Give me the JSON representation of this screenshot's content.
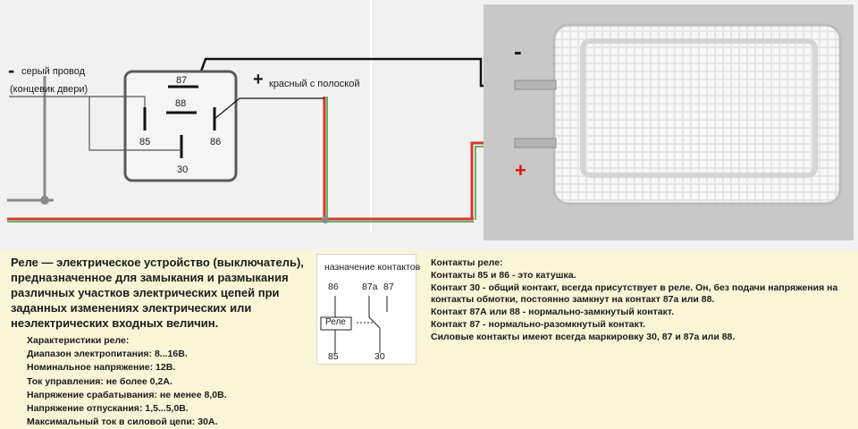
{
  "wiring": {
    "minus_sign": "-",
    "gray_wire_label": "серый провод",
    "door_switch_label": "(концевик двери)",
    "plus_sign": "+",
    "red_wire_label": "красный с полоской",
    "lamp_minus_sign": "-",
    "lamp_plus_sign": "+",
    "relay_pins": {
      "p87": "87",
      "p88": "88",
      "p85": "85",
      "p86": "86",
      "p30": "30"
    }
  },
  "definition": {
    "lines": [
      "Реле — электрическое устройство (выключатель),",
      "предназначенное для замыкания и размыкания",
      "различных участков электрических цепей при",
      "заданных изменениях электрических или",
      "неэлектрических входных величин."
    ]
  },
  "specs": {
    "title": "Характеристики реле:",
    "lines": [
      "Диапазон электропитания: 8...16В.",
      "Номинальное напряжение: 12В.",
      "Ток управления: не более 0,2А.",
      "Напряжение срабатывания: не менее 8,0В.",
      "Напряжение отпускания: 1,5...5,0В.",
      "Максимальный ток в силовой цепи: 30А."
    ]
  },
  "pin_diagram": {
    "title": "назначение контактов",
    "relay_label": "Реле",
    "pins": {
      "p86": "86",
      "p87a": "87а",
      "p87": "87",
      "p85": "85",
      "p30": "30"
    }
  },
  "contacts": {
    "title": "Контакты реле:",
    "lines": [
      "Контакты 85 и 86 - это катушка.",
      "Контакт 30 - общий контакт, всегда присутствует в реле. Он, без подачи напряжения на",
      "контакты обмотки, постоянно замкнут на контакт 87а или 88.",
      "Контакт 87А или 88 - нормально-замкнутый контакт.",
      "Контакт 87 - нормально-разомкнутый контакт.",
      "Силовые контакты имеют всегда маркировку 30, 87 и 87а или 88."
    ]
  },
  "colors": {
    "gray_wire": "#8a8a8a",
    "red_wire": "#d23a2a",
    "green_stripe": "#3a9a3a",
    "black_wire": "#111111",
    "lamp_plus": "#e01010",
    "panel_bg": "#f9f5d6"
  }
}
